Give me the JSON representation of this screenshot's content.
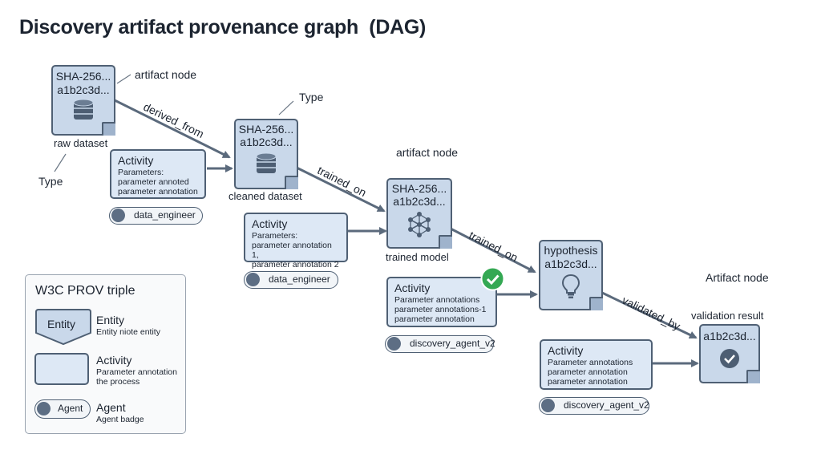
{
  "title": "Discovery artifact provenance graph  (DAG)",
  "nodes": {
    "raw": {
      "hash1": "SHA-256...",
      "hash2": "a1b2c3d...",
      "label": "raw dataset",
      "callout": "artifact node",
      "type_label": "Type",
      "icon": "database-icon"
    },
    "cleaned": {
      "hash1": "SHA-256...",
      "hash2": "a1b2c3d...",
      "label": "cleaned dataset",
      "callout": "Type",
      "icon": "database-icon"
    },
    "model": {
      "hash1": "SHA-256...",
      "hash2": "a1b2c3d...",
      "label": "trained model",
      "callout": "artifact node",
      "icon": "neural-network-icon"
    },
    "hypothesis": {
      "hash1": "hypothesis",
      "hash2": "a1b2c3d...",
      "icon": "lightbulb-icon"
    },
    "validation": {
      "hash1": "a1b2c3d...",
      "label": "validation result",
      "callout": "Artifact node",
      "icon": "checkmark-icon"
    }
  },
  "edges": [
    "derived_from",
    "trained_on",
    "trained_on",
    "validated_by"
  ],
  "activities": [
    {
      "title": "Activity",
      "lines": [
        "Parameters:",
        "parameter annoted",
        "parameter annotation"
      ],
      "agent": "data_engineer"
    },
    {
      "title": "Activity",
      "lines": [
        "Parameters:",
        "parameter annotation 1,",
        "parameter annotation 2"
      ],
      "agent": "data_engineer"
    },
    {
      "title": "Activity",
      "lines": [
        "Parameter annotations",
        "parameter annotations-1",
        "parameter annotation"
      ],
      "agent": "discovery_agent_v2"
    },
    {
      "title": "Activity",
      "lines": [
        "Parameter annotations",
        "parameter annotation",
        "parameter annotation"
      ],
      "agent": "discovery_agent_v2"
    }
  ],
  "legend": {
    "title": "W3C PROV triple",
    "entity": {
      "shape_label": "Entity",
      "name": "Entity",
      "desc": "Entity niote entity"
    },
    "activity": {
      "name": "Activity",
      "desc1": "Parameter annotation",
      "desc2": "the process"
    },
    "agent": {
      "shape_label": "Agent",
      "name": "Agent",
      "desc": "Agent badge"
    }
  },
  "colors": {
    "node_fill": "#c9d8ea",
    "stroke": "#4f6074",
    "activity_fill": "#dde8f5",
    "check_green": "#34a853"
  }
}
